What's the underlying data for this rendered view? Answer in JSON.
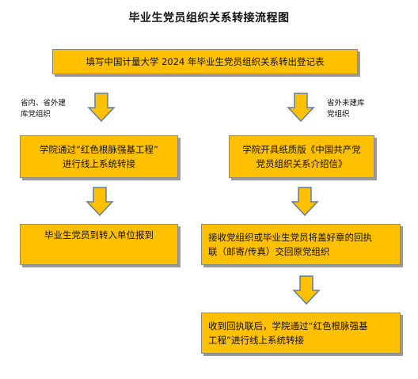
{
  "title": "毕业生党员组织关系转接流程图",
  "top_box": "填写中国计量大学 2024 年毕业生党员组织关系转出登记表",
  "left_branch": {
    "label_line1": "省内、省外建",
    "label_line2": "库党组织",
    "step1_line1": "学院通过“红色根脉强基工程”",
    "step1_line2": "进行线上系统转接",
    "step2": "毕业生党员到转入单位报到"
  },
  "right_branch": {
    "label_line1": "省外未建库",
    "label_line2": "党组织",
    "step1_line1": "学院开具纸质版《中国共产党",
    "step1_line2": "党员组织关系介绍信》",
    "step2_line1": "接收党组织或毕业生党员将盖好章的回执",
    "step2_line2": "联（邮寄/传真）交回原党组织",
    "step3_line1": "收到回执联后，学院通过“红色根脉强基",
    "step3_line2": "工程”进行线上系统转接"
  },
  "colors": {
    "box_fill": "#FFC000",
    "arrow_fill": "#FFC000",
    "arrow_stroke": "#5B7FA8"
  }
}
